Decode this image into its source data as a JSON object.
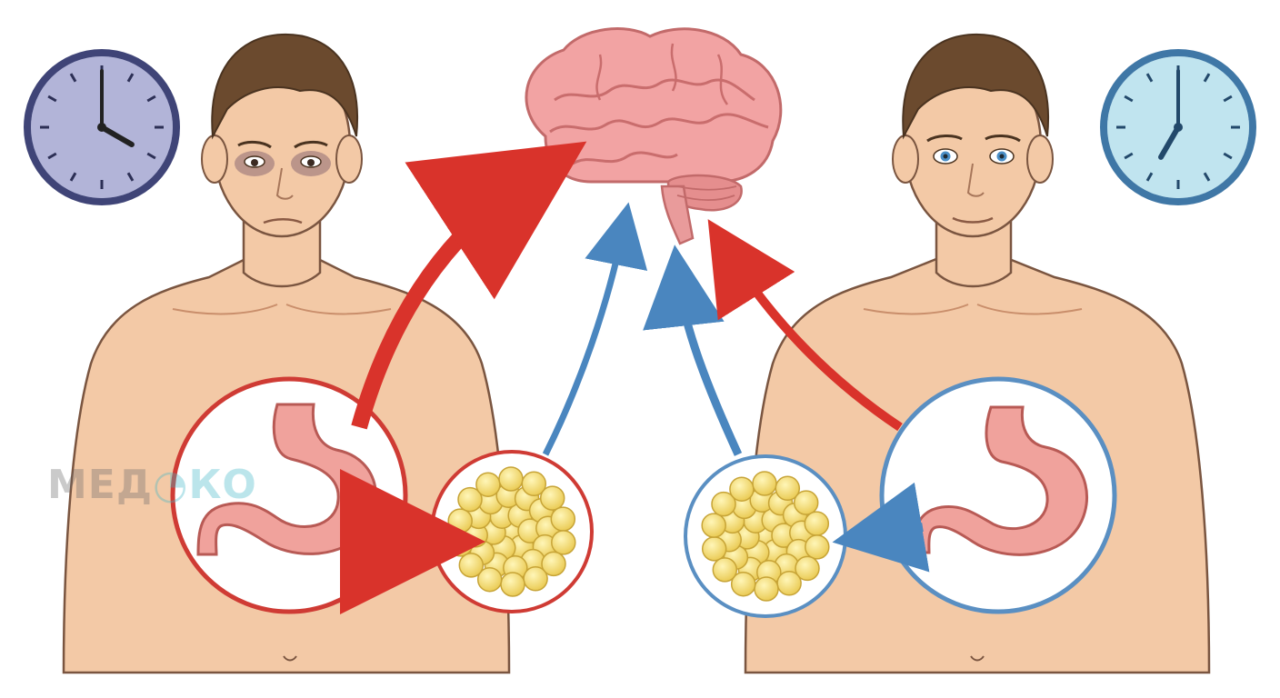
{
  "watermark": {
    "text_left": "МЕД",
    "text_right": "КО",
    "color_gray": "#6b6b6b",
    "color_teal": "#3fb7c7"
  },
  "colors": {
    "red_arrow": "#d9332b",
    "blue_arrow": "#4a86bf",
    "red_ring": "#cf3b34",
    "blue_ring": "#5a8fc2",
    "skin": "#f3c9a6",
    "skin_shadow": "#e6ad88",
    "outline": "#7a5540",
    "hair": "#6b4a2e",
    "brain": "#f2a3a3",
    "brain_dark": "#d27474",
    "stomach": "#f0a29c",
    "fat": "#f6e07a",
    "clock_left_face": "#9ea2cc",
    "clock_left_rim": "#3f4477",
    "clock_right_face": "#a9d9e8",
    "clock_right_rim": "#3f77a6"
  },
  "figures": {
    "left_person": {
      "state": "tired",
      "eyes": "dark-circles"
    },
    "right_person": {
      "state": "rested",
      "eyes": "blue"
    }
  },
  "clocks": {
    "left": {
      "hour": 4,
      "minute": 0
    },
    "right": {
      "hour": 7,
      "minute": 0
    }
  },
  "icons": [
    "brain-icon",
    "stomach-icon",
    "fat-cells-icon",
    "clock-icon"
  ]
}
